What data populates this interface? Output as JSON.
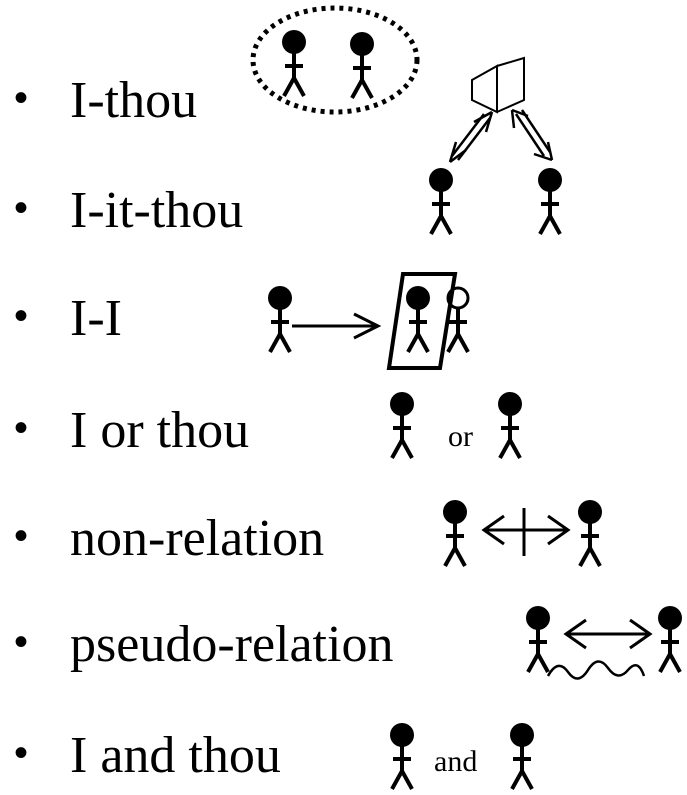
{
  "items": [
    {
      "label": "I-thou"
    },
    {
      "label": "I-it-thou"
    },
    {
      "label": "I-I"
    },
    {
      "label": "I or thou",
      "connector": "or"
    },
    {
      "label": "non-relation"
    },
    {
      "label": "pseudo-relation"
    },
    {
      "label": "I and thou",
      "connector": "and"
    }
  ]
}
